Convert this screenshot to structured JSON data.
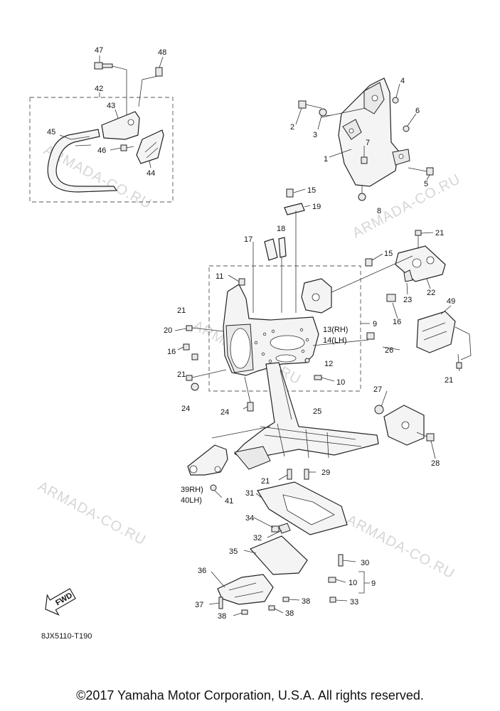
{
  "diagram_code": "8JX5110-T190",
  "copyright": "©2017 Yamaha Motor Corporation, U.S.A. All rights reserved.",
  "watermark": "ARMADA-CO.RU",
  "fwd_label": "FWD",
  "callouts": {
    "c1": "1",
    "c2": "2",
    "c3": "3",
    "c4": "4",
    "c5": "5",
    "c6": "6",
    "c7": "7",
    "c8": "8",
    "c9a": "9",
    "c9b": "9",
    "c10a": "10",
    "c10b": "10",
    "c11": "11",
    "c12": "12",
    "c13": "13(RH)",
    "c14": "14(LH)",
    "c15a": "15",
    "c15b": "15",
    "c16a": "16",
    "c16b": "16",
    "c17": "17",
    "c18": "18",
    "c19": "19",
    "c20": "20",
    "c21a": "21",
    "c21b": "21",
    "c21c": "21",
    "c21d": "21",
    "c21e": "21",
    "c22": "22",
    "c23": "23",
    "c24a": "24",
    "c24b": "24",
    "c25": "25",
    "c26": "26",
    "c27": "27",
    "c28": "28",
    "c29": "29",
    "c30": "30",
    "c31": "31",
    "c32": "32",
    "c33": "33",
    "c34": "34",
    "c35": "35",
    "c36": "36",
    "c37": "37",
    "c38a": "38",
    "c38b": "38",
    "c38c": "38",
    "c39": "39RH)",
    "c40": "40LH)",
    "c41": "41",
    "c42": "42",
    "c43": "43",
    "c44": "44",
    "c45": "45",
    "c46": "46",
    "c47": "47",
    "c48": "48",
    "c49": "49"
  }
}
